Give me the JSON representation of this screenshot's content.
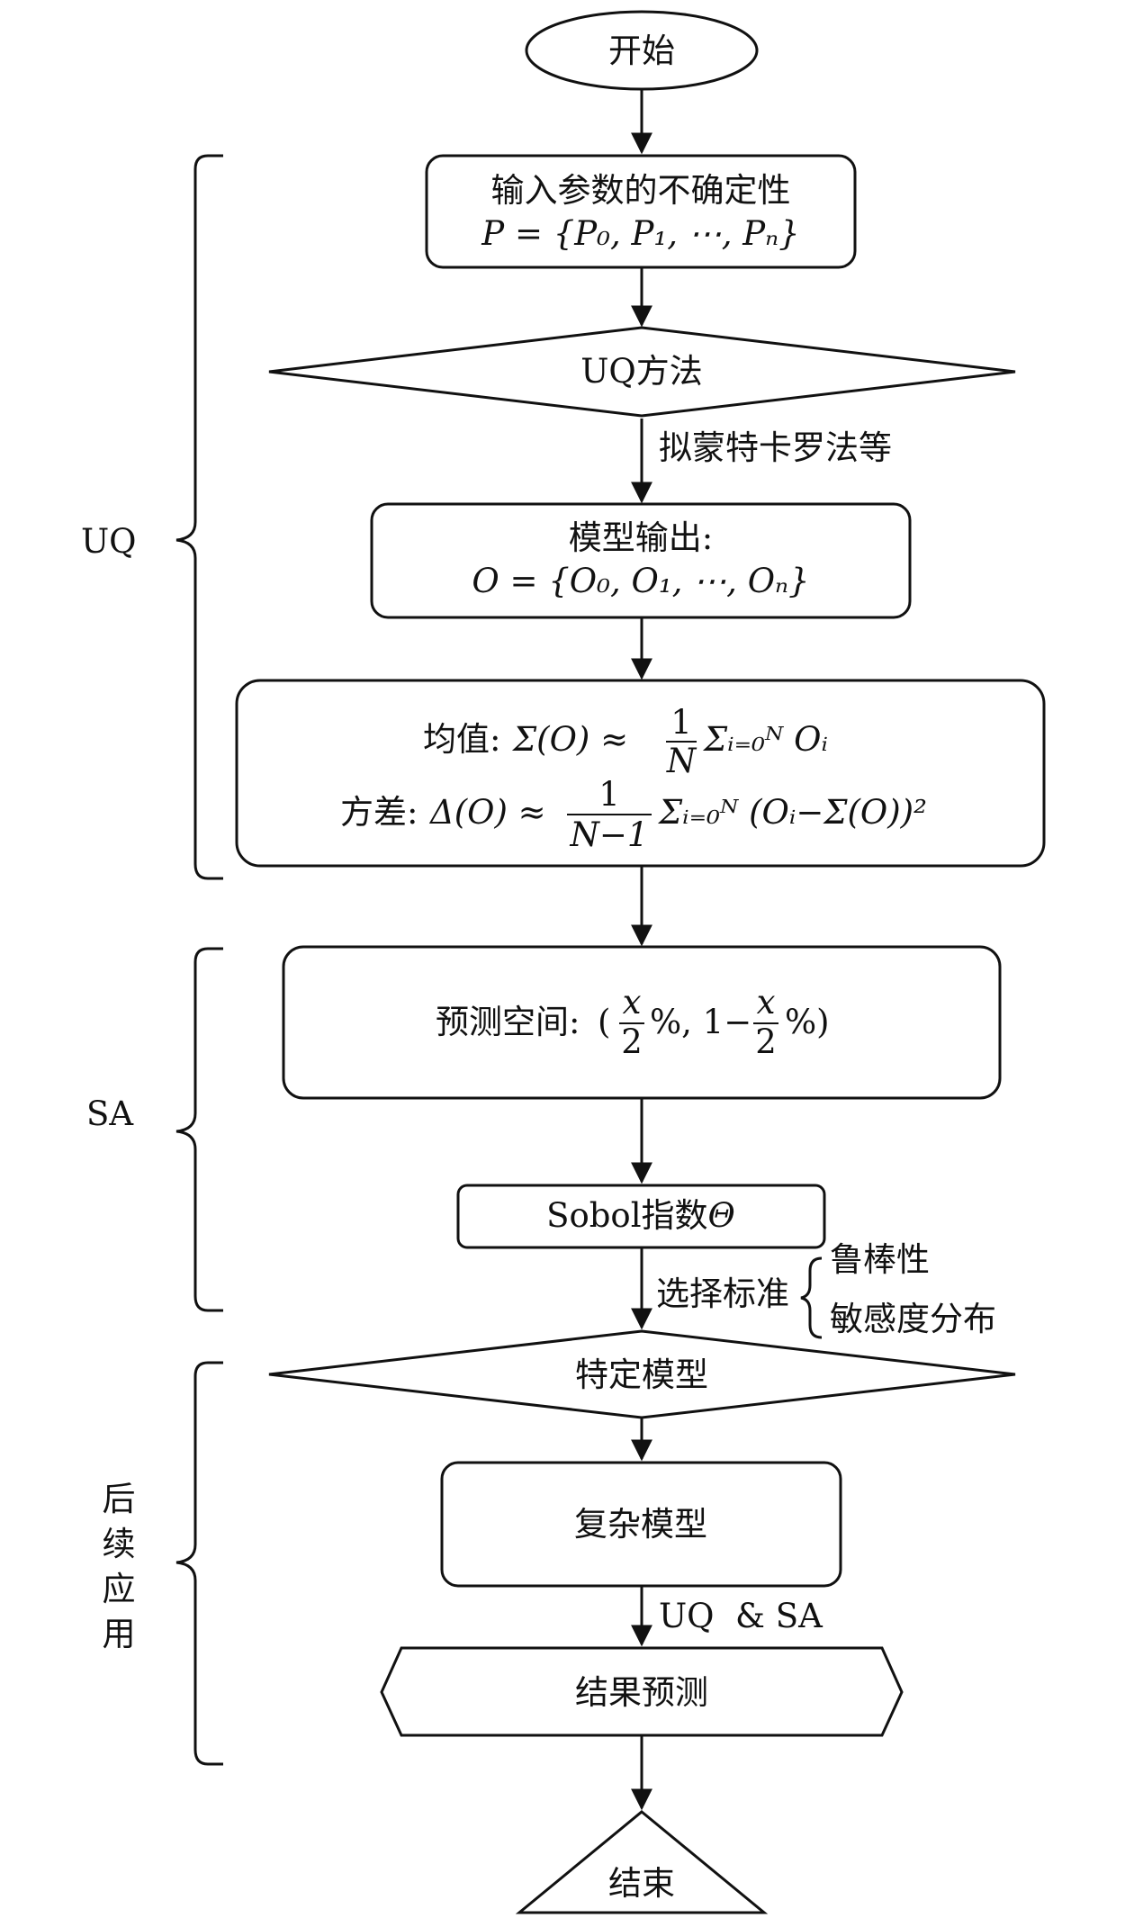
{
  "nodes": {
    "start": "开始",
    "input_title": "输入参数的不确定性",
    "input_formula": "P = {P₀, P₁, ⋯, Pₙ}",
    "uq_method": "UQ方法",
    "uq_method_note": "拟蒙特卡罗法等",
    "model_output_title": "模型输出:",
    "model_output_formula": "O = {O₀, O₁, ⋯, Oₙ}",
    "mean_label": "均值:",
    "mean_formula": "Σ(O) ≈",
    "mean_frac_num": "1",
    "mean_frac_den": "N",
    "mean_sum": "Σᵢ₌₀ᴺ Oᵢ",
    "var_label": "方差:",
    "var_formula": "Δ(O) ≈",
    "var_frac_num": "1",
    "var_frac_den": "N−1",
    "var_sum": "Σᵢ₌₀ᴺ (Oᵢ−Σ(O))²",
    "pred_label": "预测空间:",
    "pred_open": "(",
    "pred_frac1_num": "x",
    "pred_frac1_den": "2",
    "pred_mid": "%, 1−",
    "pred_frac2_num": "x",
    "pred_frac2_den": "2",
    "pred_close": "%)",
    "sobol": "Sobol指数",
    "sobol_symbol": "Θ",
    "criteria_label": "选择标准",
    "criteria_1": "鲁棒性",
    "criteria_2": "敏感度分布",
    "specific_model": "特定模型",
    "complex_model": "复杂模型",
    "uq_sa_note": "UQ  & SA",
    "result": "结果预测",
    "end": "结束"
  },
  "groups": {
    "uq": "UQ",
    "sa": "SA",
    "app_chars": [
      "后",
      "续",
      "应",
      "用"
    ]
  }
}
